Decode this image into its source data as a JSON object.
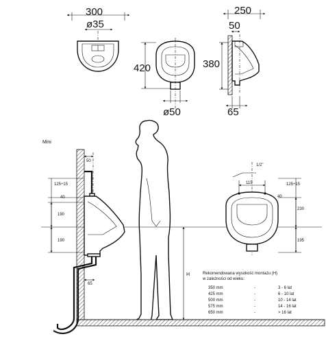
{
  "top_views": {
    "front": {
      "width": "300",
      "diameter": "ø35"
    },
    "rear": {
      "height": "420",
      "diameter": "ø50"
    },
    "side": {
      "depth": "250",
      "offset_top": "50",
      "height": "380",
      "offset_bottom": "65"
    }
  },
  "install": {
    "model_label": "Mini",
    "left": {
      "wall_offset": "50",
      "inlet_height": "125÷15",
      "dim_40": "40",
      "dim_190_upper": "190",
      "dim_190_lower": "190",
      "outlet_offset": "65",
      "mount_height": "H"
    },
    "right": {
      "thread": "1/2\"",
      "hole_spacing": "115",
      "inlet_height": "125÷15",
      "dim_40": "40",
      "dim_230": "230",
      "dim_195": "195"
    },
    "table": {
      "title_line1": "Rekomendowana wysokość montażu (H)",
      "title_line2": "w zależności od wieku:",
      "rows": [
        {
          "height": "350 mm",
          "sep": "-",
          "age": "3 - 6 lat"
        },
        {
          "height": "425 mm",
          "sep": "-",
          "age": "6 - 10 lat"
        },
        {
          "height": "500 mm",
          "sep": "-",
          "age": "10 - 14 lat"
        },
        {
          "height": "575 mm",
          "sep": "-",
          "age": "14 - 16 lat"
        },
        {
          "height": "650 mm",
          "sep": "-",
          "age": "> 16 lat"
        }
      ]
    }
  }
}
